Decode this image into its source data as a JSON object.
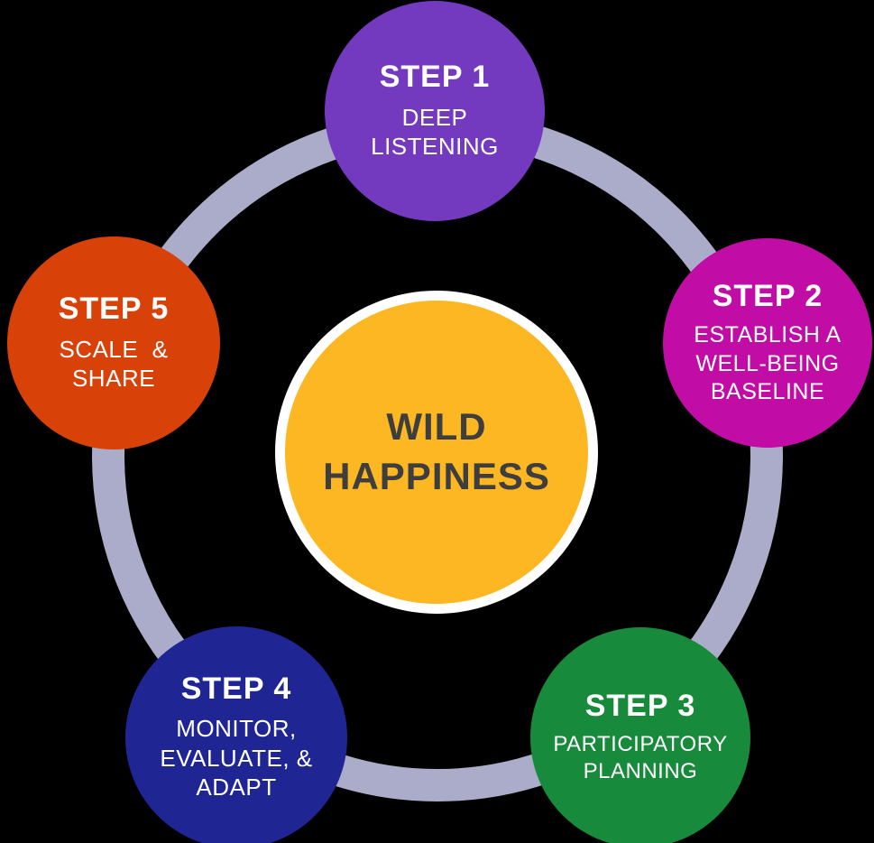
{
  "diagram": {
    "background_color": "#000000",
    "ring": {
      "color": "#ABACC9"
    },
    "center": {
      "label": "WILD\nHAPPINESS",
      "bg_color": "#FCB722",
      "border_color": "#FFFFFF",
      "text_color": "#3E3E3E"
    },
    "steps": [
      {
        "title": "STEP 1",
        "subtitle": "DEEP\nLISTENING",
        "color": "#7339BF"
      },
      {
        "title": "STEP 2",
        "subtitle": "ESTABLISH A\nWELL-BEING\nBASELINE",
        "color": "#C20CA6"
      },
      {
        "title": "STEP 3",
        "subtitle": "PARTICIPATORY\nPLANNING",
        "color": "#178A3B"
      },
      {
        "title": "STEP 4",
        "subtitle": "MONITOR,\nEVALUATE, &\nADAPT",
        "color": "#1F2694"
      },
      {
        "title": "STEP 5",
        "subtitle": "SCALE  &\nSHARE",
        "color": "#D84208"
      }
    ]
  }
}
